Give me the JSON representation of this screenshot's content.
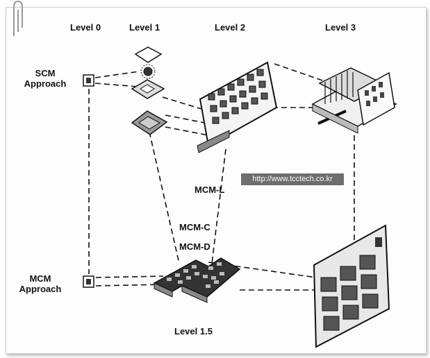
{
  "levels": {
    "level0": "Level 0",
    "level1": "Level 1",
    "level2": "Level 2",
    "level3": "Level 3",
    "level15": "Level 1.5"
  },
  "approaches": {
    "scm_line1": "SCM",
    "scm_line2": "Approach",
    "mcm_line1": "MCM",
    "mcm_line2": "Approach"
  },
  "paths": {
    "mcm_l": "MCM-L",
    "mcm_c": "MCM-C",
    "mcm_d": "MCM-D"
  },
  "watermark": "http://www.tcctech.co.kr"
}
